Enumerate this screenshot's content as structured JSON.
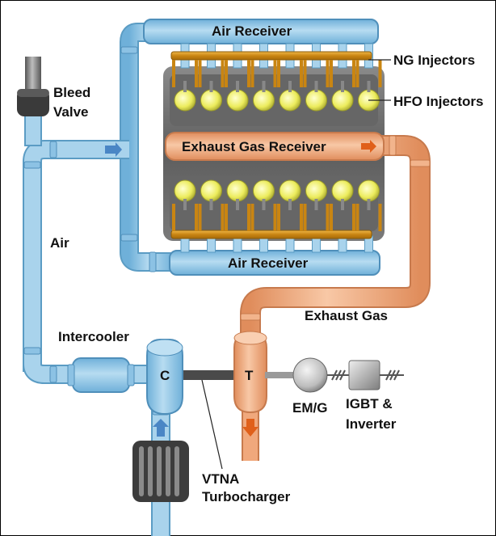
{
  "labels": {
    "air_receiver_top": "Air Receiver",
    "air_receiver_bottom": "Air Receiver",
    "ng_injectors": "NG Injectors",
    "hfo_injectors": "HFO Injectors",
    "exhaust_gas_receiver": "Exhaust Gas Receiver",
    "bleed_valve_line1": "Bleed",
    "bleed_valve_line2": "Valve",
    "air": "Air",
    "exhaust_gas": "Exhaust Gas",
    "intercooler": "Intercooler",
    "compressor": "C",
    "turbine": "T",
    "em_g": "EM/G",
    "igbt_line1": "IGBT &",
    "igbt_line2": "Inverter",
    "vtna_line1": "VTNA",
    "vtna_line2": "Turbocharger"
  },
  "colors": {
    "air_pipe": "#8ec5e6",
    "air_pipe_edge": "#5b9cc4",
    "exhaust_pipe": "#f0a87c",
    "exhaust_pipe_edge": "#c77a4d",
    "ng_rail": "#d4951c",
    "hfo_cylinder": "#f2f27a",
    "engine_block": "#6d6d6d",
    "flow_arrow_air": "#4a86c5",
    "flow_arrow_exhaust": "#e0601a"
  },
  "engine": {
    "cylinders_per_bank": 8,
    "banks": 2
  }
}
